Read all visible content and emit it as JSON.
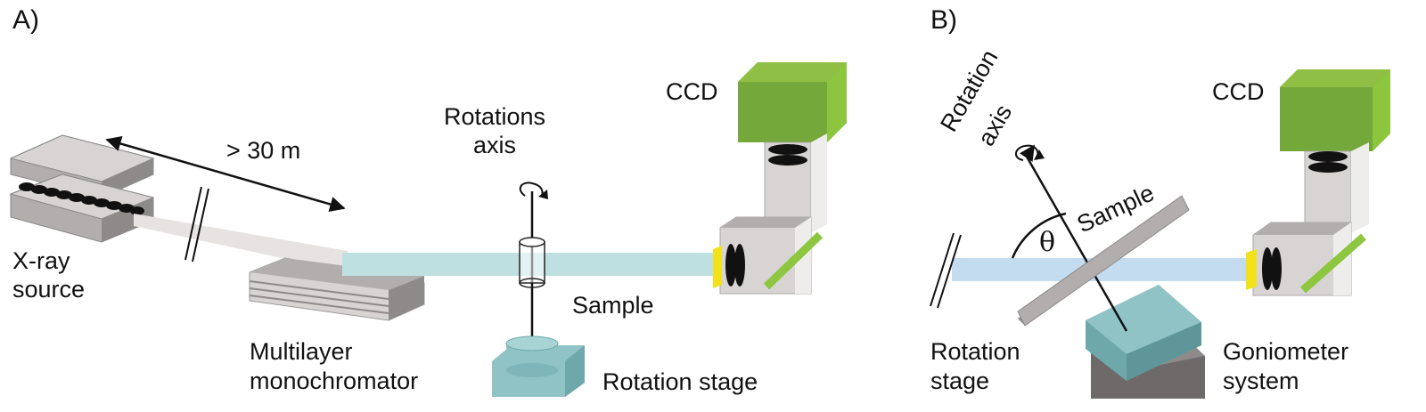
{
  "panels": [
    {
      "id": "A",
      "letter": "A)",
      "labels": {
        "distance": "> 30 m",
        "axis_line1": "Rotations",
        "axis_line2": "axis",
        "ccd": "CCD",
        "source_line1": "X-ray",
        "source_line2": "source",
        "sample": "Sample",
        "mono_line1": "Multilayer",
        "mono_line2": "monochromator",
        "stage": "Rotation stage"
      }
    },
    {
      "id": "B",
      "letter": "B)",
      "labels": {
        "axis_line1": "Rotation",
        "axis_line2": "axis",
        "ccd": "CCD",
        "sample": "Sample",
        "angle": "θ",
        "stage_line1": "Rotation",
        "stage_line2": "stage",
        "gonio_line1": "Goniometer",
        "gonio_line2": "system"
      }
    }
  ],
  "colors": {
    "beam_a": "#bfe0e0",
    "beam_b": "#c4dcef",
    "incoming_beam": "#e6e3e2",
    "metal_light": "#d8d4d3",
    "metal_mid": "#b3aeae",
    "metal_dark": "#8e8a8a",
    "ccd_top": "#8fc045",
    "ccd_front": "#75a83a",
    "ccd_side": "#8cc63f",
    "stage_teal": "#8fc3c6",
    "stage_teal_dark": "#6fa8ab",
    "filter_green": "#8dc63f",
    "scintillator_yellow": "#f2e21b",
    "gonio_gray": "#6e6a6a"
  },
  "icons": [
    "rotation-arrow-icon",
    "break-mark-icon",
    "lens-icon"
  ]
}
